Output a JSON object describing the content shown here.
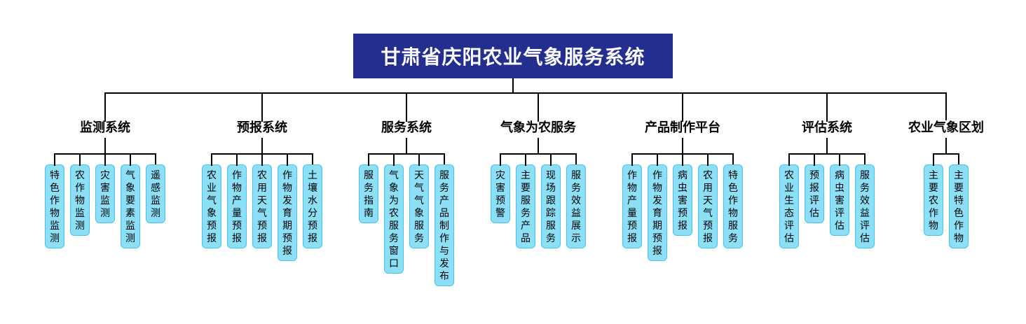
{
  "root": {
    "title": "甘肃省庆阳农业气象服务系统"
  },
  "branches": [
    {
      "label": "监测系统",
      "children": [
        "特色作物监测",
        "农作物监测",
        "灾害监测",
        "气象要素监测",
        "遥感监测"
      ]
    },
    {
      "label": "预报系统",
      "children": [
        "农业气象预报",
        "作物产量预报",
        "农用天气预报",
        "作物发育期预报",
        "土壤水分预报"
      ]
    },
    {
      "label": "服务系统",
      "children": [
        "服务指南",
        "气象为农服务窗口",
        "天气气象服务",
        "服务产品制作与发布"
      ]
    },
    {
      "label": "气象为农服务",
      "children": [
        "灾害预警",
        "主要服务产品",
        "现场跟踪服务",
        "服务效益展示"
      ]
    },
    {
      "label": "产品制作平台",
      "children": [
        "作物产量预报",
        "作物发育期预报",
        "病虫害预报",
        "农用天气预报",
        "特色作物服务"
      ]
    },
    {
      "label": "评估系统",
      "children": [
        "农业生态评估",
        "预报评估",
        "病虫害评估",
        "服务效益评估"
      ]
    },
    {
      "label": "农业气象区划",
      "children": [
        "主要农作物",
        "主要特色作物"
      ]
    }
  ],
  "colors": {
    "root_bg": "#232e8f",
    "root_text": "#ffffff",
    "leaf_bg": "#8ddff6",
    "leaf_border": "#49c3e8",
    "line": "#000000",
    "text": "#000000"
  }
}
